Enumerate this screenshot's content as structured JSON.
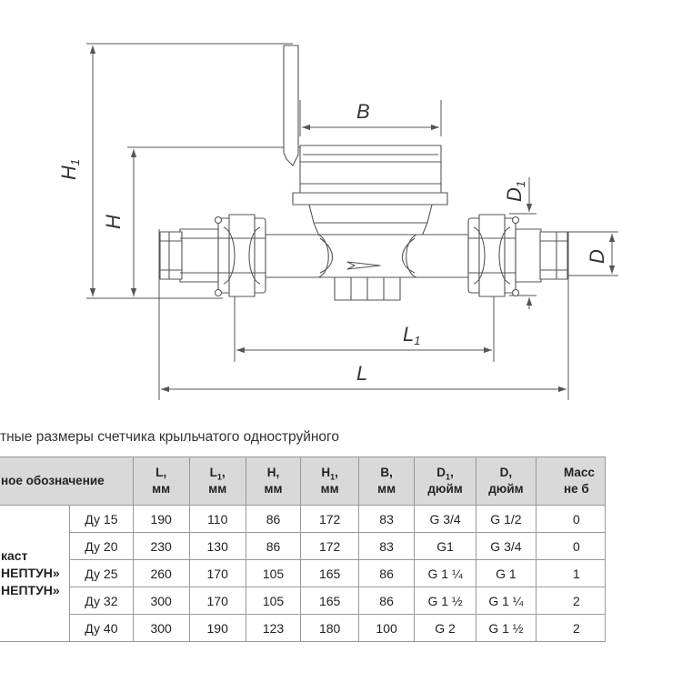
{
  "drawing": {
    "labels": {
      "h1": "H",
      "h1_sub": "1",
      "h": "H",
      "b": "B",
      "d1": "D",
      "d1_sub": "1",
      "d": "D",
      "l1": "L",
      "l1_sub": "1",
      "l": "L"
    }
  },
  "caption": "тные размеры счетчика крыльчатого одноструйного",
  "table": {
    "headers": {
      "designation": "ное обозначение",
      "l_top": "L,",
      "l_bottom": "мм",
      "l1_top": "L",
      "l1_sub": "1",
      "l1_comma": ",",
      "l1_bottom": "мм",
      "h_top": "H,",
      "h_bottom": "мм",
      "h1_top": "H",
      "h1_sub": "1",
      "h1_comma": ",",
      "h1_bottom": "мм",
      "b_top": "B,",
      "b_bottom": "мм",
      "d1_top": "D",
      "d1_sub": "1",
      "d1_comma": ",",
      "d1_bottom": "дюйм",
      "d_top": "D,",
      "d_bottom": "дюйм",
      "mass_top": "Масс",
      "mass_bottom": "не б"
    },
    "model_lines": [
      "каст",
      "НЕПТУН»",
      "НЕПТУН»"
    ],
    "rows": [
      {
        "du": "Ду 15",
        "l": "190",
        "l1": "110",
        "h": "86",
        "h1": "172",
        "b": "83",
        "d1": "G 3/4",
        "d": "G 1/2",
        "mass": "0"
      },
      {
        "du": "Ду 20",
        "l": "230",
        "l1": "130",
        "h": "86",
        "h1": "172",
        "b": "83",
        "d1": "G1",
        "d": "G 3/4",
        "mass": "0"
      },
      {
        "du": "Ду 25",
        "l": "260",
        "l1": "170",
        "h": "105",
        "h1": "165",
        "b": "86",
        "d1": "G 1 ¼",
        "d": "G 1",
        "mass": "1"
      },
      {
        "du": "Ду 32",
        "l": "300",
        "l1": "170",
        "h": "105",
        "h1": "165",
        "b": "86",
        "d1": "G 1 ½",
        "d": "G 1 ¼",
        "mass": "2"
      },
      {
        "du": "Ду 40",
        "l": "300",
        "l1": "190",
        "h": "123",
        "h1": "180",
        "b": "100",
        "d1": "G 2",
        "d": "G 1 ½",
        "mass": "2"
      }
    ]
  }
}
